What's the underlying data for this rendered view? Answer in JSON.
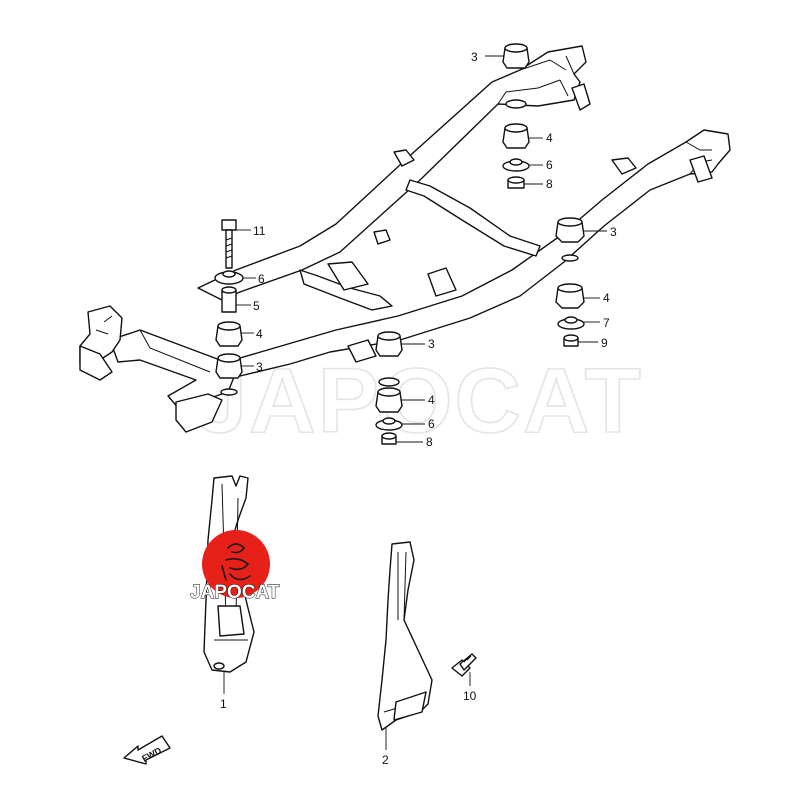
{
  "watermark": {
    "text": "JAPOCAT"
  },
  "logo": {
    "text": "JAPOCAT",
    "color": "#e8201a"
  },
  "direction_marker": {
    "text": "FWD"
  },
  "callouts": {
    "rear_right": {
      "n3": "3",
      "n4": "4",
      "n6": "6",
      "n8": "8"
    },
    "front_right": {
      "n3": "3",
      "n4": "4",
      "n7": "7",
      "n9": "9"
    },
    "left_stack": {
      "n11": "11",
      "n6": "6",
      "n5": "5",
      "n4": "4",
      "n3": "3"
    },
    "center_stack": {
      "n3": "3",
      "n4": "4",
      "n6": "6",
      "n8": "8"
    },
    "brackets": {
      "n1": "1",
      "n2": "2",
      "n10": "10"
    }
  }
}
